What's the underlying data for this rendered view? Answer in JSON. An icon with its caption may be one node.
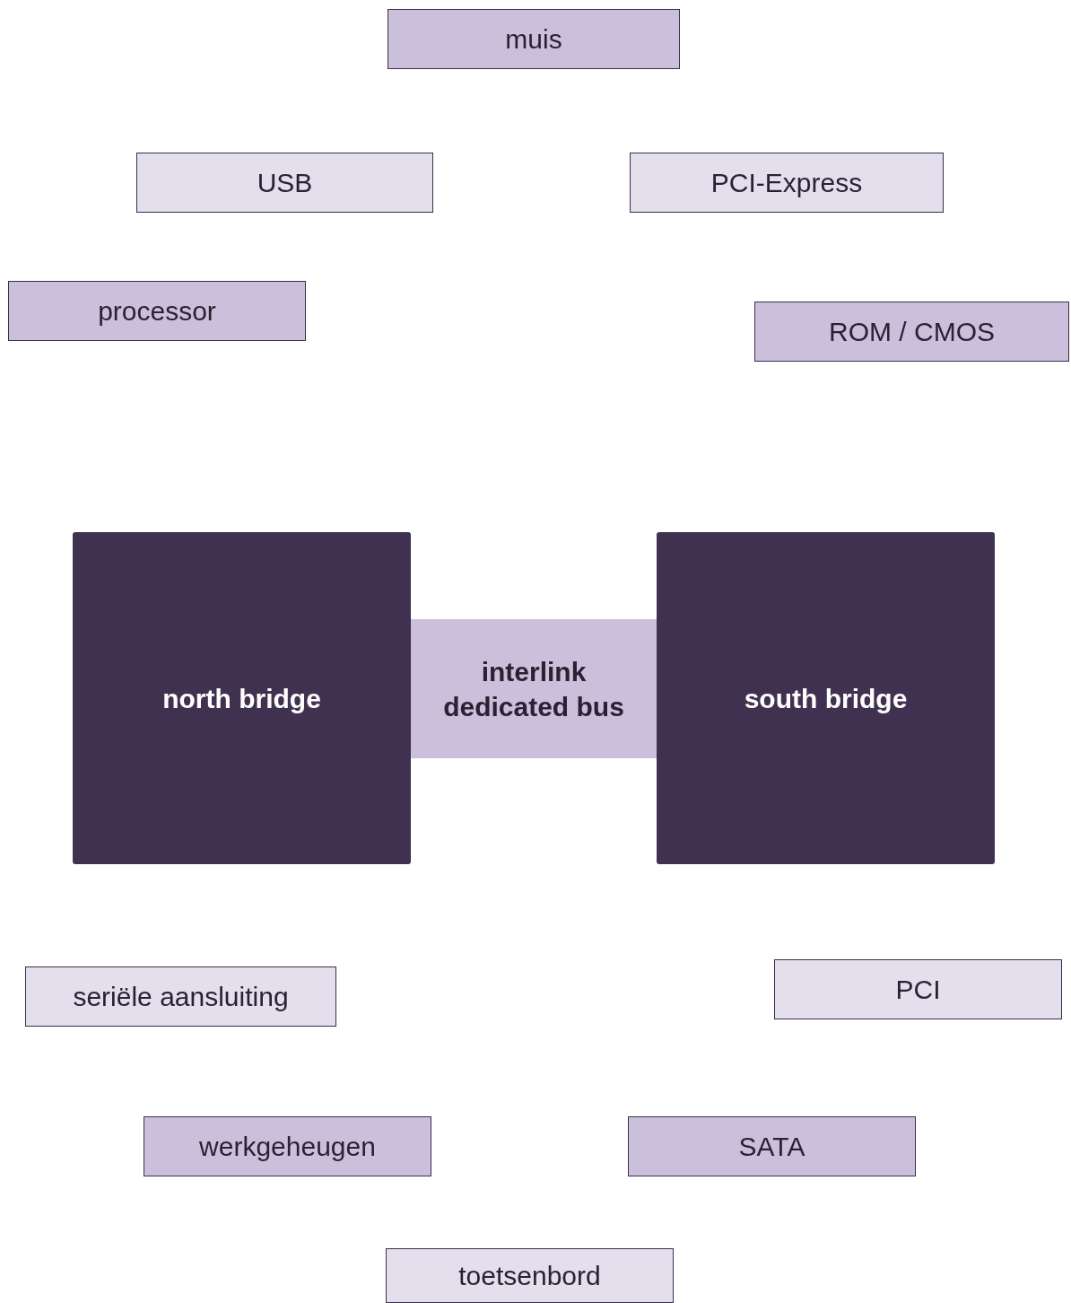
{
  "diagram": {
    "nodes": [
      {
        "text": [
          "muis"
        ]
      },
      {
        "text": [
          "USB"
        ]
      },
      {
        "text": [
          "PCI-Express"
        ]
      },
      {
        "text": [
          "processor"
        ]
      },
      {
        "text": [
          "ROM / CMOS"
        ]
      },
      {
        "text": [
          "north bridge"
        ]
      },
      {
        "text": [
          "interlink dedicated bus"
        ]
      },
      {
        "text": [
          "south bridge"
        ]
      },
      {
        "text": [
          "seriële aansluiting"
        ]
      },
      {
        "text": [
          "PCI"
        ]
      },
      {
        "text": [
          "werkgeheugen"
        ]
      },
      {
        "text": [
          "SATA"
        ]
      },
      {
        "text": [
          "toetsenbord"
        ]
      }
    ],
    "edges": []
  }
}
